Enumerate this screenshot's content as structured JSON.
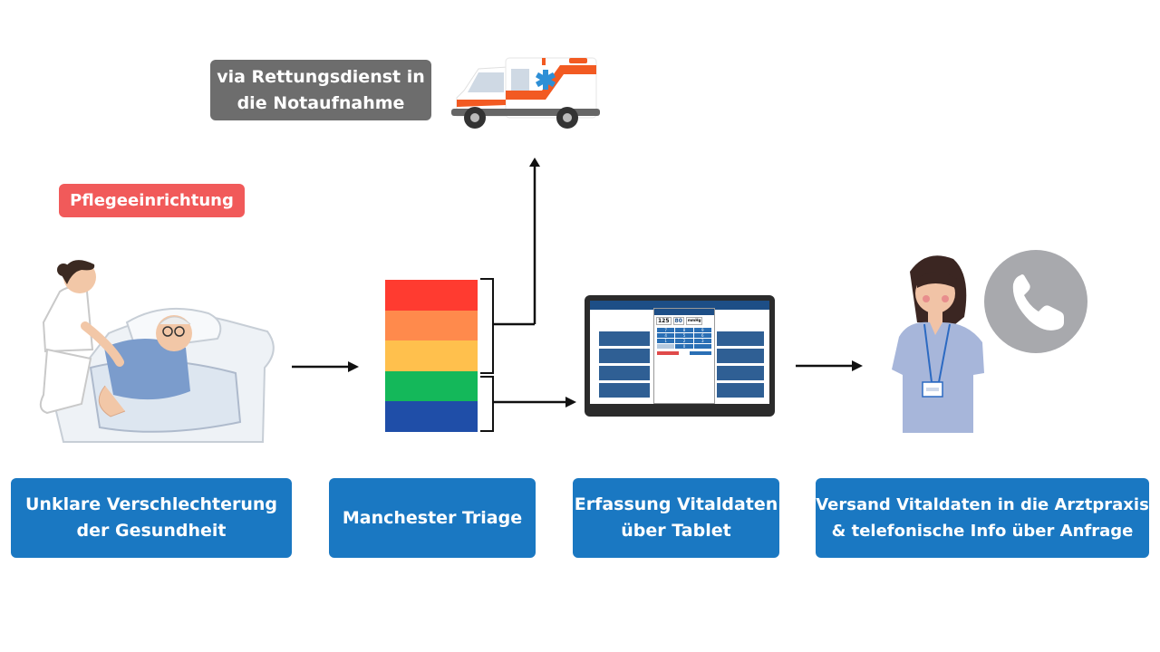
{
  "emergency_label": "via Rettungsdienst in\ndie Notaufnahme",
  "facility_label": "Pflegeeinrichtung",
  "steps": [
    {
      "label": "Unklare Verschlechterung\nder Gesundheit"
    },
    {
      "label": "Manchester Triage"
    },
    {
      "label": "Erfassung Vitaldaten\nüber Tablet"
    },
    {
      "label": "Versand Vitaldaten in die Arztpraxis\n& telefonische Info über Anfrage"
    }
  ],
  "triage_colors": [
    "#ff3b30",
    "#ff8a4c",
    "#ffc04d",
    "#14b85a",
    "#1f4ea8"
  ],
  "tablet": {
    "dialog_values": [
      "125",
      "80",
      "mmHg"
    ],
    "keypad": [
      "7",
      "8",
      "9",
      "4",
      "5",
      "6",
      "1",
      "2",
      "3",
      "0"
    ]
  },
  "colors": {
    "step_box": "#1a78c2",
    "facility_tag": "#f15a5a",
    "emergency_tag": "#6d6d6d"
  }
}
